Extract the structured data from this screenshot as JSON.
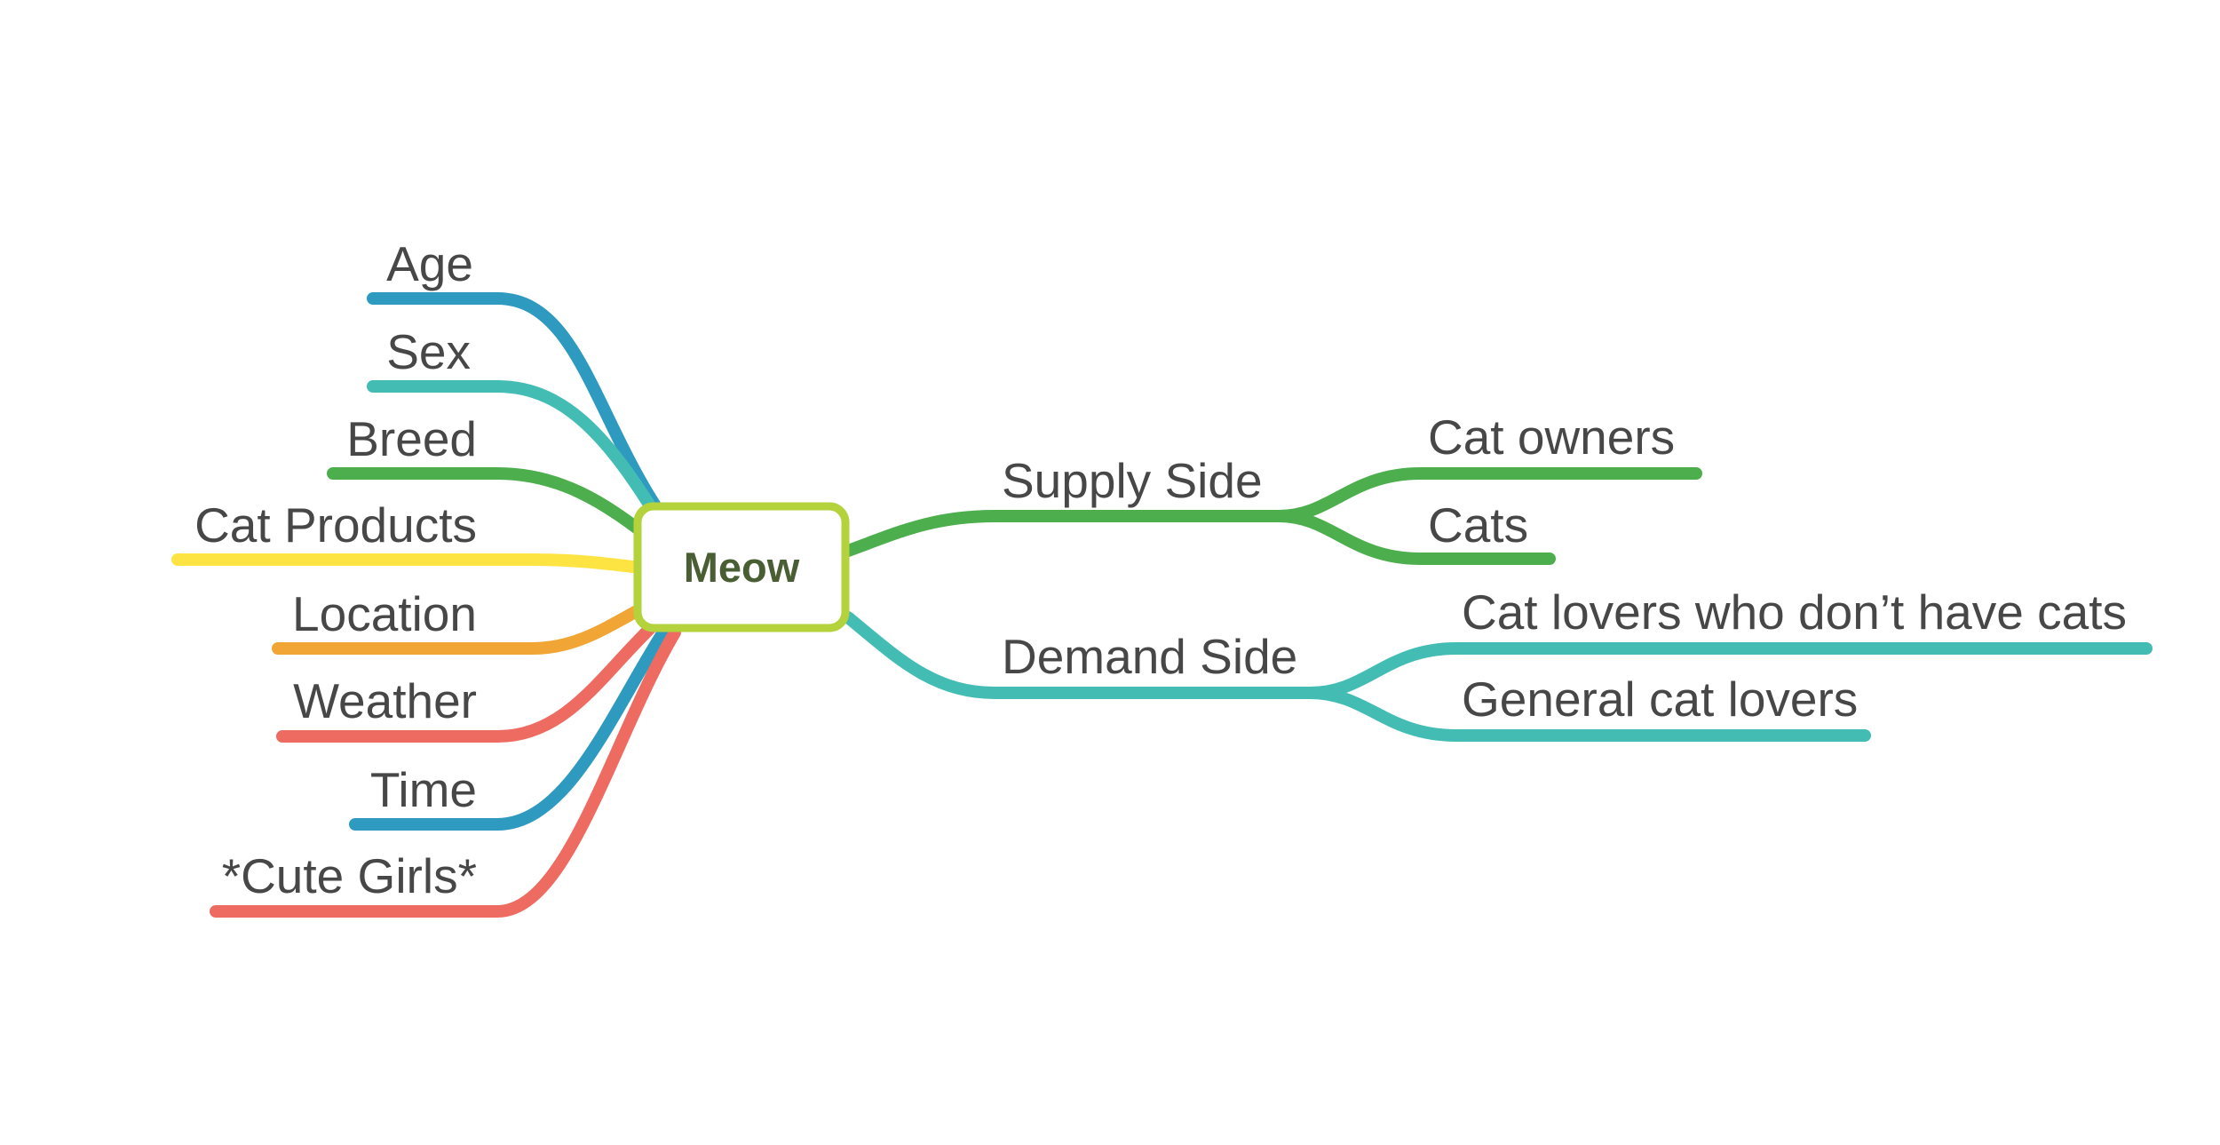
{
  "center": {
    "label": "Meow",
    "border_color": "#b3d23c",
    "text_color": "#4a5e34"
  },
  "left_topics": [
    {
      "label": "Age",
      "color": "#2e9abf"
    },
    {
      "label": "Sex",
      "color": "#43bdb4"
    },
    {
      "label": "Breed",
      "color": "#4cae4c"
    },
    {
      "label": "Cat Products",
      "color": "#fde443"
    },
    {
      "label": "Location",
      "color": "#f0a534"
    },
    {
      "label": "Weather",
      "color": "#ee6b62"
    },
    {
      "label": "Time",
      "color": "#2e9abf"
    },
    {
      "label": "*Cute Girls*",
      "color": "#ee6b62"
    }
  ],
  "right_topics": [
    {
      "label": "Supply Side",
      "color": "#4cae4c",
      "children": [
        {
          "label": "Cat owners"
        },
        {
          "label": "Cats"
        }
      ]
    },
    {
      "label": "Demand Side",
      "color": "#43bdb4",
      "children": [
        {
          "label": "Cat lovers who don’t have cats"
        },
        {
          "label": "General cat lovers"
        }
      ]
    }
  ]
}
